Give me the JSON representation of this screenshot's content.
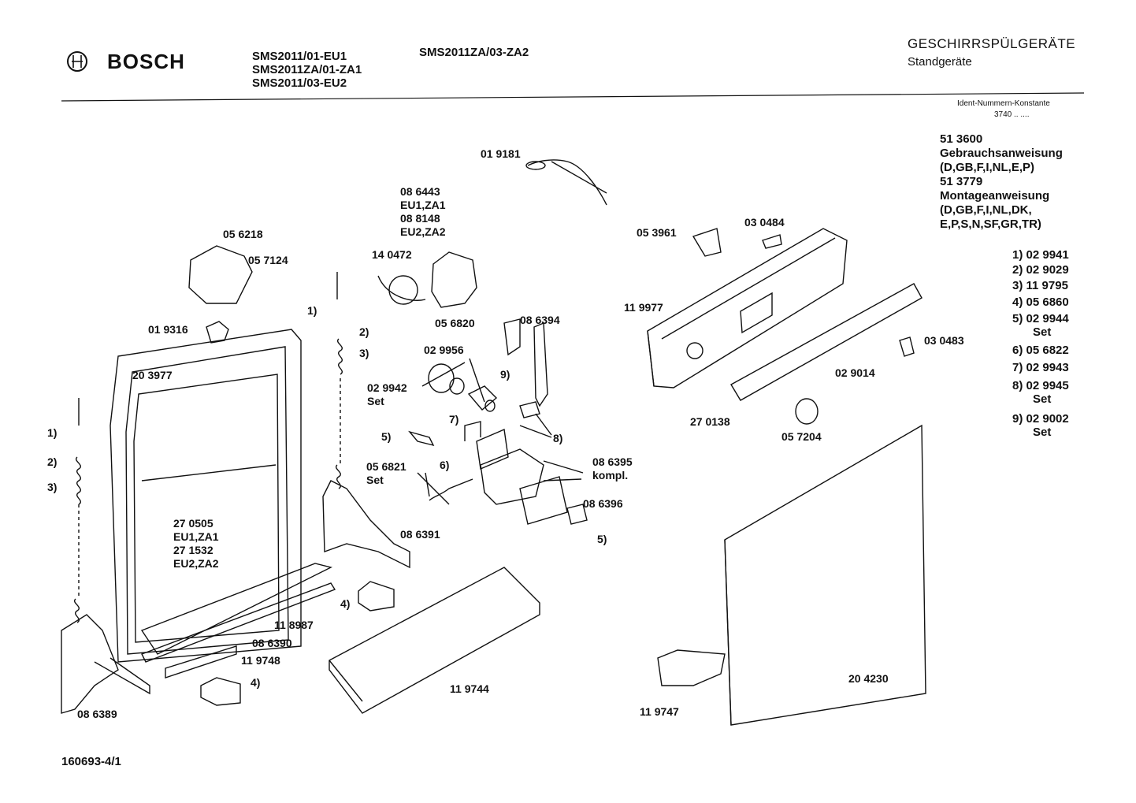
{
  "header": {
    "brand": "BOSCH",
    "models_col1": [
      "SMS2011/01-EU1",
      "SMS2011ZA/01-ZA1",
      "SMS2011/03-EU2"
    ],
    "models_col2": [
      "SMS2011ZA/03-ZA2"
    ],
    "category": "GESCHIRRSPÜLGERÄTE",
    "subcategory": "Standgeräte",
    "ident_label": "Ident-Nummern-Konstante",
    "ident_value": "3740 .. ...."
  },
  "documents": [
    {
      "number": "51 3600",
      "title": "Gebrauchsanweisung",
      "langs": "(D,GB,F,I,NL,E,P)"
    },
    {
      "number": "51 3779",
      "title": "Montageanweisung",
      "langs": "(D,GB,F,I,NL,DK,",
      "langs2": "E,P,S,N,SF,GR,TR)"
    }
  ],
  "legend": [
    {
      "key": "1)",
      "part": "02 9941"
    },
    {
      "key": "2)",
      "part": "02 9029"
    },
    {
      "key": "3)",
      "part": "11 9795"
    },
    {
      "key": "4)",
      "part": "05 6860"
    },
    {
      "key": "5)",
      "part": "02 9944",
      "note": "Set"
    },
    {
      "key": "6)",
      "part": "05 6822"
    },
    {
      "key": "7)",
      "part": "02 9943"
    },
    {
      "key": "8)",
      "part": "02 9945",
      "note": "Set"
    },
    {
      "key": "9)",
      "part": "02 9002",
      "note": "Set"
    }
  ],
  "parts": {
    "p019181": "01 9181",
    "p086443": "08 6443",
    "v_eu1za1_a": "EU1,ZA1",
    "p088148": "08 8148",
    "v_eu2za2_a": "EU2,ZA2",
    "p140472": "14 0472",
    "p056218": "05 6218",
    "p057124": "05 7124",
    "p019316": "01 9316",
    "p203977": "20 3977",
    "p056820": "05 6820",
    "p086394": "08 6394",
    "p029956": "02 9956",
    "p029942": "02 9942",
    "set_a": "Set",
    "p056821": "05 6821",
    "set_b": "Set",
    "p086395": "08 6395",
    "kompl": "kompl.",
    "p086396": "08 6396",
    "p086391": "08 6391",
    "p270505": "27 0505",
    "v_eu1za1_b": "EU1,ZA1",
    "p271532": "27 1532",
    "v_eu2za2_b": "EU2,ZA2",
    "p118987": "11 8987",
    "p086390": "08 6390",
    "p119748": "11 9748",
    "p086389": "08 6389",
    "p119744": "11 9744",
    "p053961": "05 3961",
    "p030484": "03 0484",
    "p119977": "11 9977",
    "p030483": "03 0483",
    "p029014": "02 9014",
    "p270138": "27 0138",
    "p057204": "05 7204",
    "p204230": "20 4230",
    "p119747": "11 9747"
  },
  "markers": {
    "m1a": "1)",
    "m2a": "2)",
    "m3a": "3)",
    "m1b": "1)",
    "m2b": "2)",
    "m3b": "3)",
    "m9": "9)",
    "m7": "7)",
    "m5a": "5)",
    "m6": "6)",
    "m8": "8)",
    "m5b": "5)",
    "m4a": "4)",
    "m4b": "4)"
  },
  "footer": {
    "drawing_number": "160693-4/1"
  }
}
